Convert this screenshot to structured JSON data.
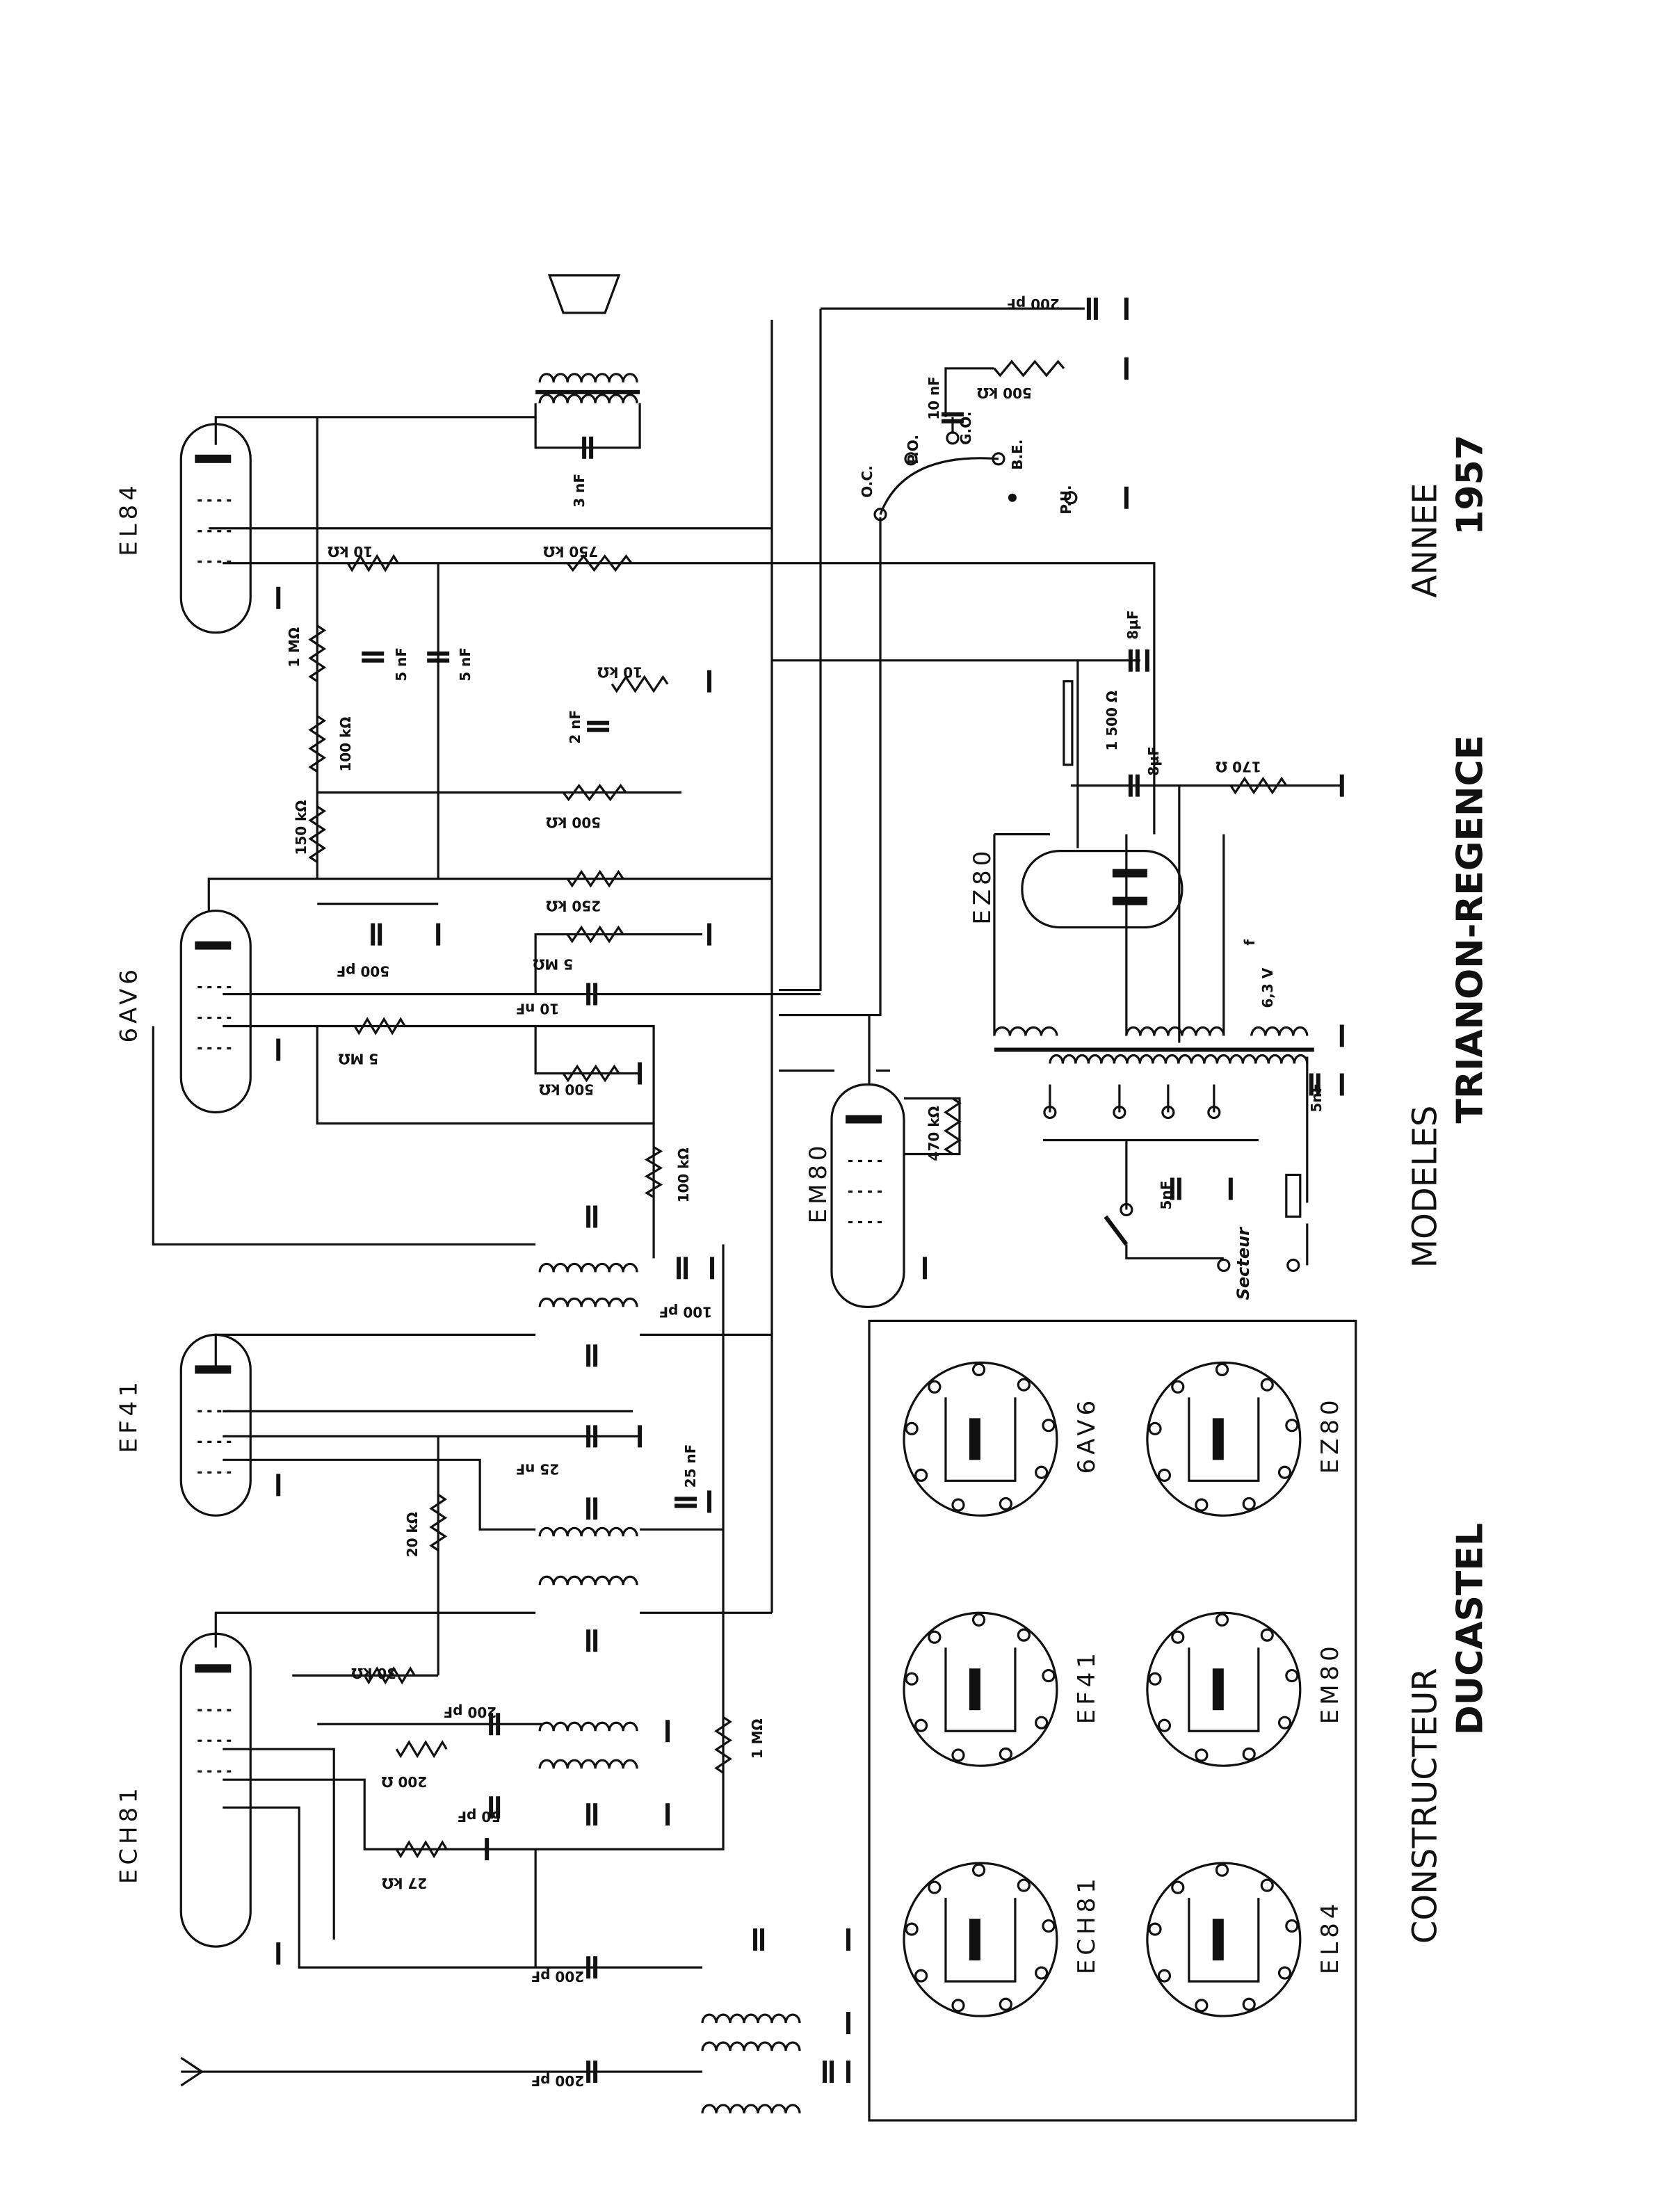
{
  "title_block": {
    "annee_label": "ANNEE",
    "annee_value": "1957",
    "modeles_label": "MODELES",
    "modeles_value": "TRIANON-REGENCE",
    "constructeur_label": "CONSTRUCTEUR",
    "constructeur_value": "DUCASTEL"
  },
  "tubes": [
    "EL84",
    "6AV6",
    "EF41",
    "ECH81",
    "EM80",
    "EZ80"
  ],
  "base_diagrams": [
    "6AV6",
    "EZ80",
    "EF41",
    "EM80",
    "ECH81",
    "EL84"
  ],
  "component_labels": [
    "3 nF",
    "10 kΩ",
    "750 kΩ",
    "1 MΩ",
    "5 nF",
    "5 nF",
    "100 kΩ",
    "10 kΩ",
    "2 nF",
    "500 kΩ",
    "150 kΩ",
    "250 kΩ",
    "500 pF",
    "5 MΩ",
    "10 nF",
    "5 MΩ",
    "500 kΩ",
    "100 kΩ",
    "100 pF",
    "470 kΩ",
    "25 nF",
    "25 nF",
    "20 kΩ",
    "30 kΩ",
    "200 pF",
    "200 Ω",
    "50 pF",
    "27 kΩ",
    "1 MΩ",
    "200 pF",
    "200 pF",
    "200 pF",
    "500 kΩ",
    "10 nF",
    "8µF",
    "1 500 Ω",
    "8µF",
    "170 Ω",
    "6,3 V",
    "f",
    "5nF",
    "5nF"
  ],
  "switch_positions": [
    "O.C.",
    "P.O.",
    "G.O.",
    "B.E."
  ],
  "pickup_label": "P.U.",
  "mains_label": "Secteur"
}
